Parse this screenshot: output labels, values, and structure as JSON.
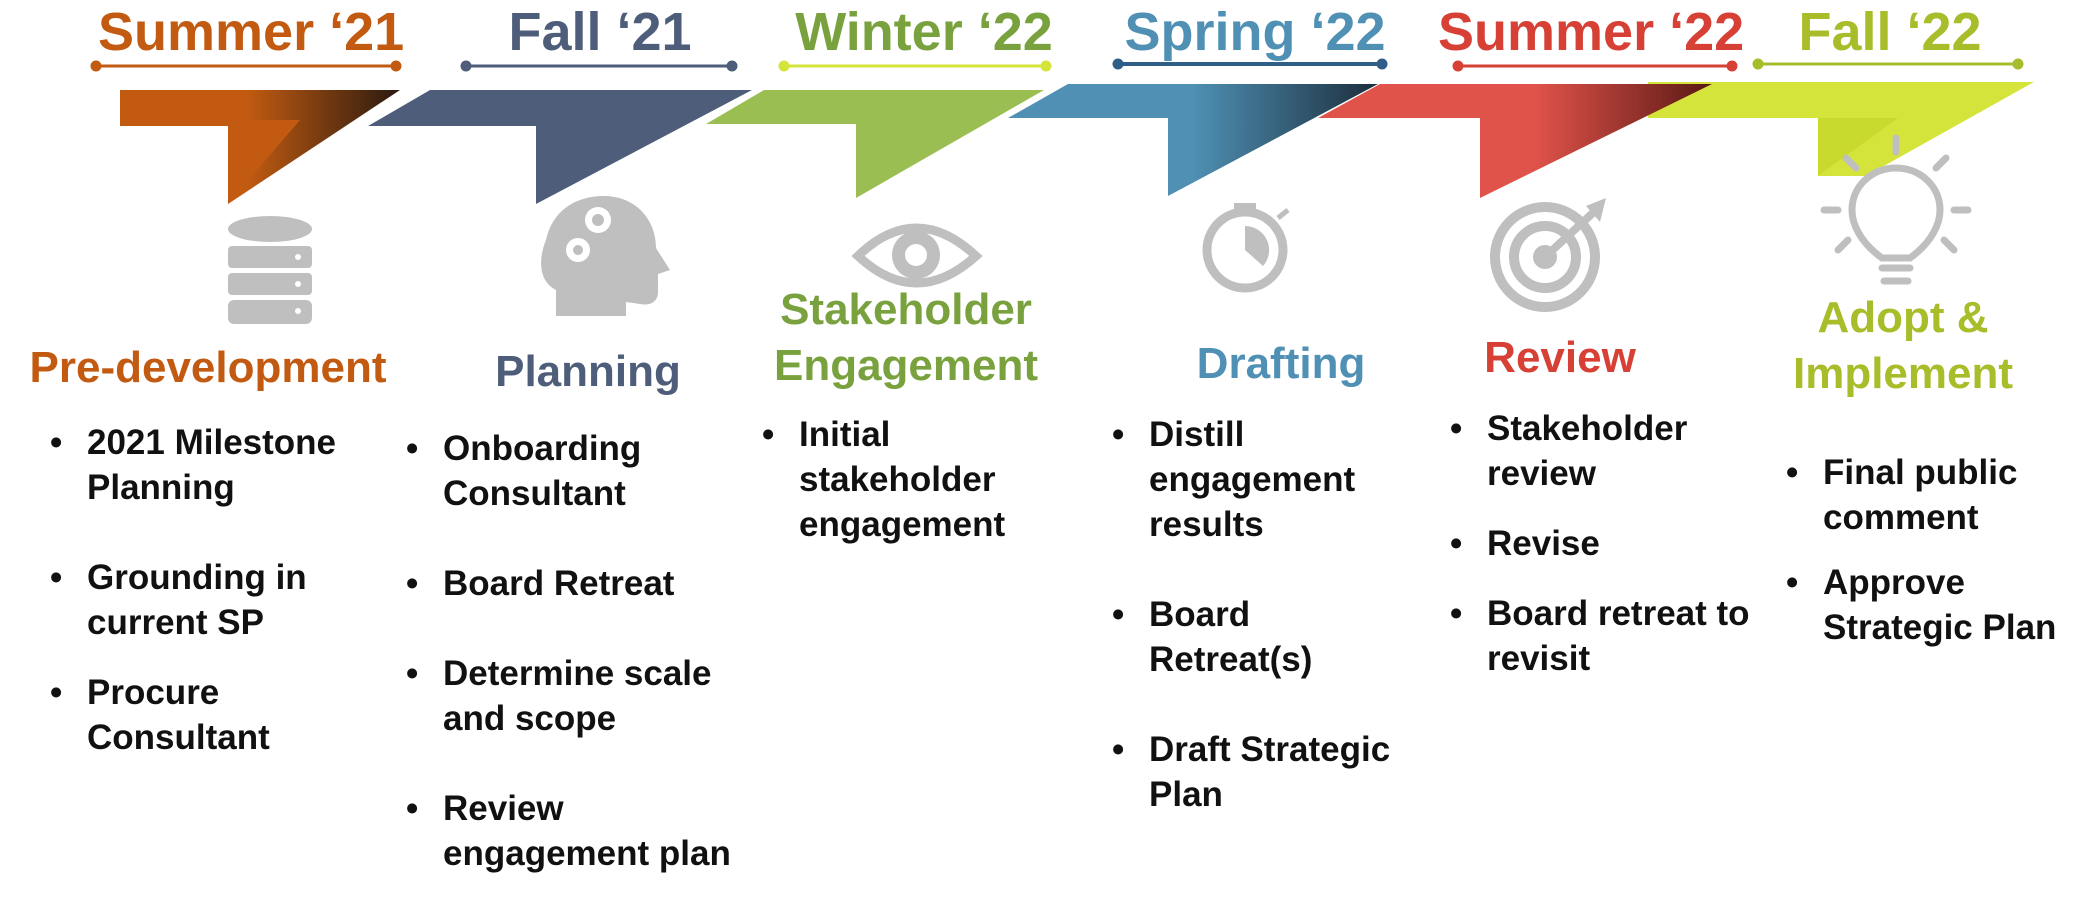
{
  "colors": {
    "orange": "#C25B11",
    "slate": "#4E5E7A",
    "green": "#8DB44A",
    "blue": "#4F90B4",
    "red": "#D64035",
    "lime": "#A9BD2A",
    "limefill": "#D5E43A",
    "icon_gray": "#BFBFBF"
  },
  "phases": [
    {
      "season": "Summer ‘21",
      "stage": "Pre-development",
      "icon": "database-icon",
      "items": [
        "2021 Milestone Planning",
        "Grounding in current SP",
        "Procure Consultant"
      ]
    },
    {
      "season": "Fall ‘21",
      "stage": "Planning",
      "icon": "head-gears-icon",
      "items": [
        "Onboarding Consultant",
        "Board Retreat",
        "Determine scale and scope",
        "Review engagement plan"
      ]
    },
    {
      "season": "Winter ‘22",
      "stage": "Stakeholder Engagement",
      "icon": "eye-icon",
      "items": [
        "Initial stakeholder engagement"
      ]
    },
    {
      "season": "Spring ‘22",
      "stage": "Drafting",
      "icon": "stopwatch-icon",
      "items": [
        "Distill engagement results",
        "Board Retreat(s)",
        "Draft Strategic Plan"
      ]
    },
    {
      "season": "Summer ‘22",
      "stage": "Review",
      "icon": "target-icon",
      "items": [
        "Stakeholder review",
        "Revise",
        "Board retreat to revisit"
      ]
    },
    {
      "season": "Fall ‘22",
      "stage": "Adopt & Implement",
      "icon": "lightbulb-icon",
      "items": [
        "Final public comment",
        "Approve Strategic Plan"
      ]
    }
  ]
}
